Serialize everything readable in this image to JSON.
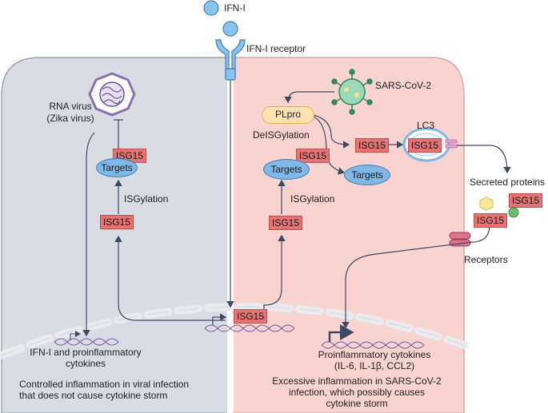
{
  "labels": {
    "ifn": "IFN-I",
    "receptor": "IFN-I receptor",
    "sars": "SARS-CoV-2",
    "rna_virus_1": "RNA virus",
    "rna_virus_2": "(Zika virus)",
    "plpro": "PLpro",
    "deisgylation": "DeISGylation",
    "lc3": "LC3",
    "secreted": "Secreted proteins",
    "receptors": "Receptors",
    "isgylation": "ISGylation",
    "targets": "Targets",
    "isg15": "ISG15",
    "left_genes_1": "IFN-I and proinflammatory",
    "left_genes_2": "cytokines",
    "left_note_1": "Controlled inflammation in viral infection",
    "left_note_2": "that does not cause cytokine storm",
    "right_genes_1": "Proinflammatory cytokines",
    "right_genes_2": "(IL-6, IL-1β, CCL2)",
    "right_note_1": "Excessive inflammation in SARS-CoV-2",
    "right_note_2": "infection, which possibly causes",
    "right_note_3": "cytokine storm"
  },
  "colors": {
    "left_cell": "#d9dde3",
    "right_cell": "#f9d3d0",
    "isg15": "#e57373",
    "targets": "#7fb8e6",
    "arrow": "#3c4a66"
  }
}
